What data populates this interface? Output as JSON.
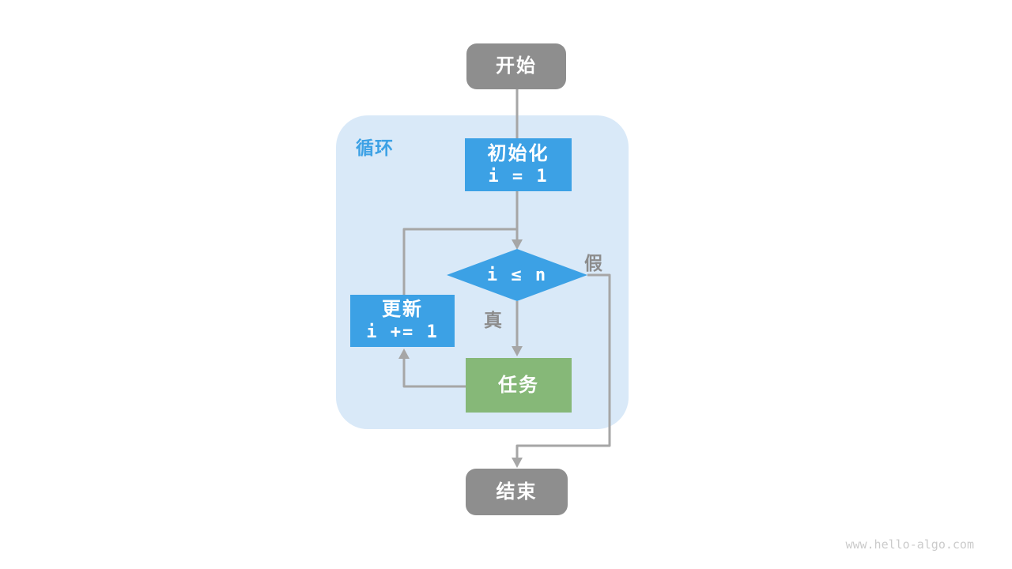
{
  "page": {
    "background": "#FFFFFF",
    "watermark": "www.hello-algo.com"
  },
  "colors": {
    "terminal_gray": "#8E8E8E",
    "process_blue": "#3CA1E5",
    "task_green": "#86B878",
    "loop_bg": "#D9E9F8",
    "edge_gray": "#A6A6A6",
    "edge_label_gray": "#8C8C8C",
    "node_text_white": "#FFFFFF",
    "watermark_gray": "#CBCBCB"
  },
  "flowchart": {
    "container_label": "循环",
    "nodes": {
      "start": {
        "label": "开始"
      },
      "init": {
        "label": "初始化",
        "code": "i = 1"
      },
      "condition": {
        "label": "i ≤ n"
      },
      "update": {
        "label": "更新",
        "code": "i += 1"
      },
      "task": {
        "label": "任务"
      },
      "end": {
        "label": "结束"
      }
    },
    "edge_labels": {
      "true_label": "真",
      "false_label": "假"
    }
  }
}
